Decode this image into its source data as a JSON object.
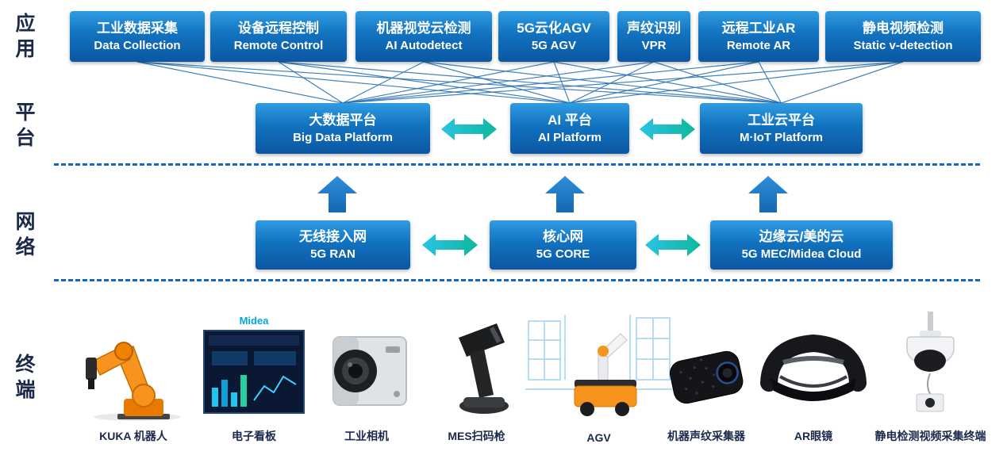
{
  "layer_labels": {
    "application": "应用",
    "platform": "平台",
    "network": "网络",
    "terminal": "终端"
  },
  "application_boxes": [
    {
      "zh": "工业数据采集",
      "en": "Data Collection"
    },
    {
      "zh": "设备远程控制",
      "en": "Remote Control"
    },
    {
      "zh": "机器视觉云检测",
      "en": "AI Autodetect"
    },
    {
      "zh": "5G云化AGV",
      "en": "5G AGV"
    },
    {
      "zh": "声纹识别",
      "en": "VPR"
    },
    {
      "zh": "远程工业AR",
      "en": "Remote AR"
    },
    {
      "zh": "静电视频检测",
      "en": "Static v-detection"
    }
  ],
  "platform_boxes": [
    {
      "zh": "大数据平台",
      "en": "Big Data Platform"
    },
    {
      "zh": "AI 平台",
      "en": "AI Platform"
    },
    {
      "zh": "工业云平台",
      "en": "M·IoT Platform"
    }
  ],
  "network_boxes": [
    {
      "zh": "无线接入网",
      "en": "5G RAN"
    },
    {
      "zh": "核心网",
      "en": "5G CORE"
    },
    {
      "zh": "边缘云/美的云",
      "en": "5G MEC/Midea Cloud"
    }
  ],
  "terminals": [
    {
      "label": "KUKA 机器人",
      "icon": "kuka-robot-image"
    },
    {
      "label": "电子看板",
      "icon": "electronic-board-image",
      "brand": "Midea"
    },
    {
      "label": "工业相机",
      "icon": "industrial-camera-image"
    },
    {
      "label": "MES扫码枪",
      "icon": "barcode-scanner-image"
    },
    {
      "label": "AGV",
      "icon": "agv-robot-image"
    },
    {
      "label": "机器声纹采集器",
      "icon": "voiceprint-collector-image"
    },
    {
      "label": "AR眼镜",
      "icon": "ar-glasses-image"
    },
    {
      "label": "静电检测视频采集终端",
      "icon": "dome-camera-image"
    }
  ],
  "colors": {
    "box_blue_top": "#2f9ce2",
    "box_blue_bottom": "#0b57a2",
    "arrow_cyan_start": "#29c3e4",
    "arrow_cyan_end": "#0fb89e",
    "up_arrow_blue": "#1e78c8",
    "dashed_line": "#1468c8",
    "connector_line": "#2e75b6",
    "label_navy": "#1b2a4a"
  }
}
